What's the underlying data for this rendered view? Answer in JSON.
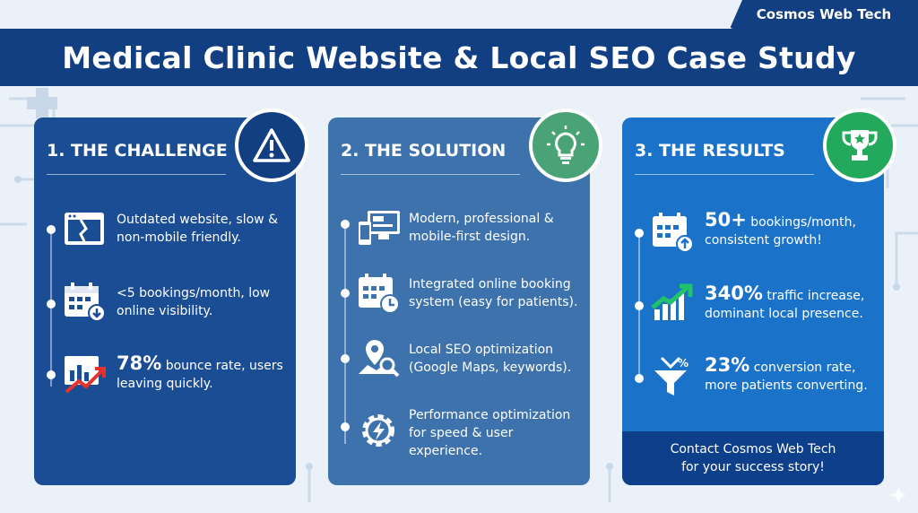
{
  "brand": "Cosmos Web Tech",
  "title": "Medical Clinic Website & Local SEO Case Study",
  "colors": {
    "navy": "#123e82",
    "challenge_card": "#1b4d95",
    "solution_card": "#3e72ad",
    "results_card": "#1b73c9",
    "solution_badge": "#4aa277",
    "results_badge": "#22a95b"
  },
  "challenge": {
    "heading": "1. THE CHALLENGE",
    "badge_icon": "warning-triangle-icon",
    "items": [
      {
        "icon": "broken-website-icon",
        "highlight": "",
        "text": "Outdated website, slow & non-mobile friendly."
      },
      {
        "icon": "calendar-down-icon",
        "highlight": "",
        "text": "<5 bookings/month, low online visibility."
      },
      {
        "icon": "bounce-chart-icon",
        "highlight": "78%",
        "text": " bounce rate, users leaving quickly."
      }
    ]
  },
  "solution": {
    "heading": "2. THE SOLUTION",
    "badge_icon": "lightbulb-icon",
    "items": [
      {
        "icon": "devices-icon",
        "text": "Modern, professional & mobile-first design."
      },
      {
        "icon": "calendar-clock-icon",
        "text": "Integrated online booking system (easy for patients)."
      },
      {
        "icon": "map-search-icon",
        "text": "Local SEO optimization (Google Maps, keywords)."
      },
      {
        "icon": "gear-bolt-icon",
        "text": "Performance optimization for speed & user experience."
      }
    ]
  },
  "results": {
    "heading": "3. THE RESULTS",
    "badge_icon": "trophy-icon",
    "items": [
      {
        "icon": "calendar-up-icon",
        "highlight": "50+",
        "text": " bookings/month, consistent growth!"
      },
      {
        "icon": "growth-chart-icon",
        "highlight": "340%",
        "text": " traffic increase, dominant local presence."
      },
      {
        "icon": "funnel-percent-icon",
        "highlight": "23%",
        "text": " conversion rate, more patients converting."
      }
    ],
    "cta_line1": "Contact Cosmos Web Tech",
    "cta_line2": "for your success story!"
  }
}
